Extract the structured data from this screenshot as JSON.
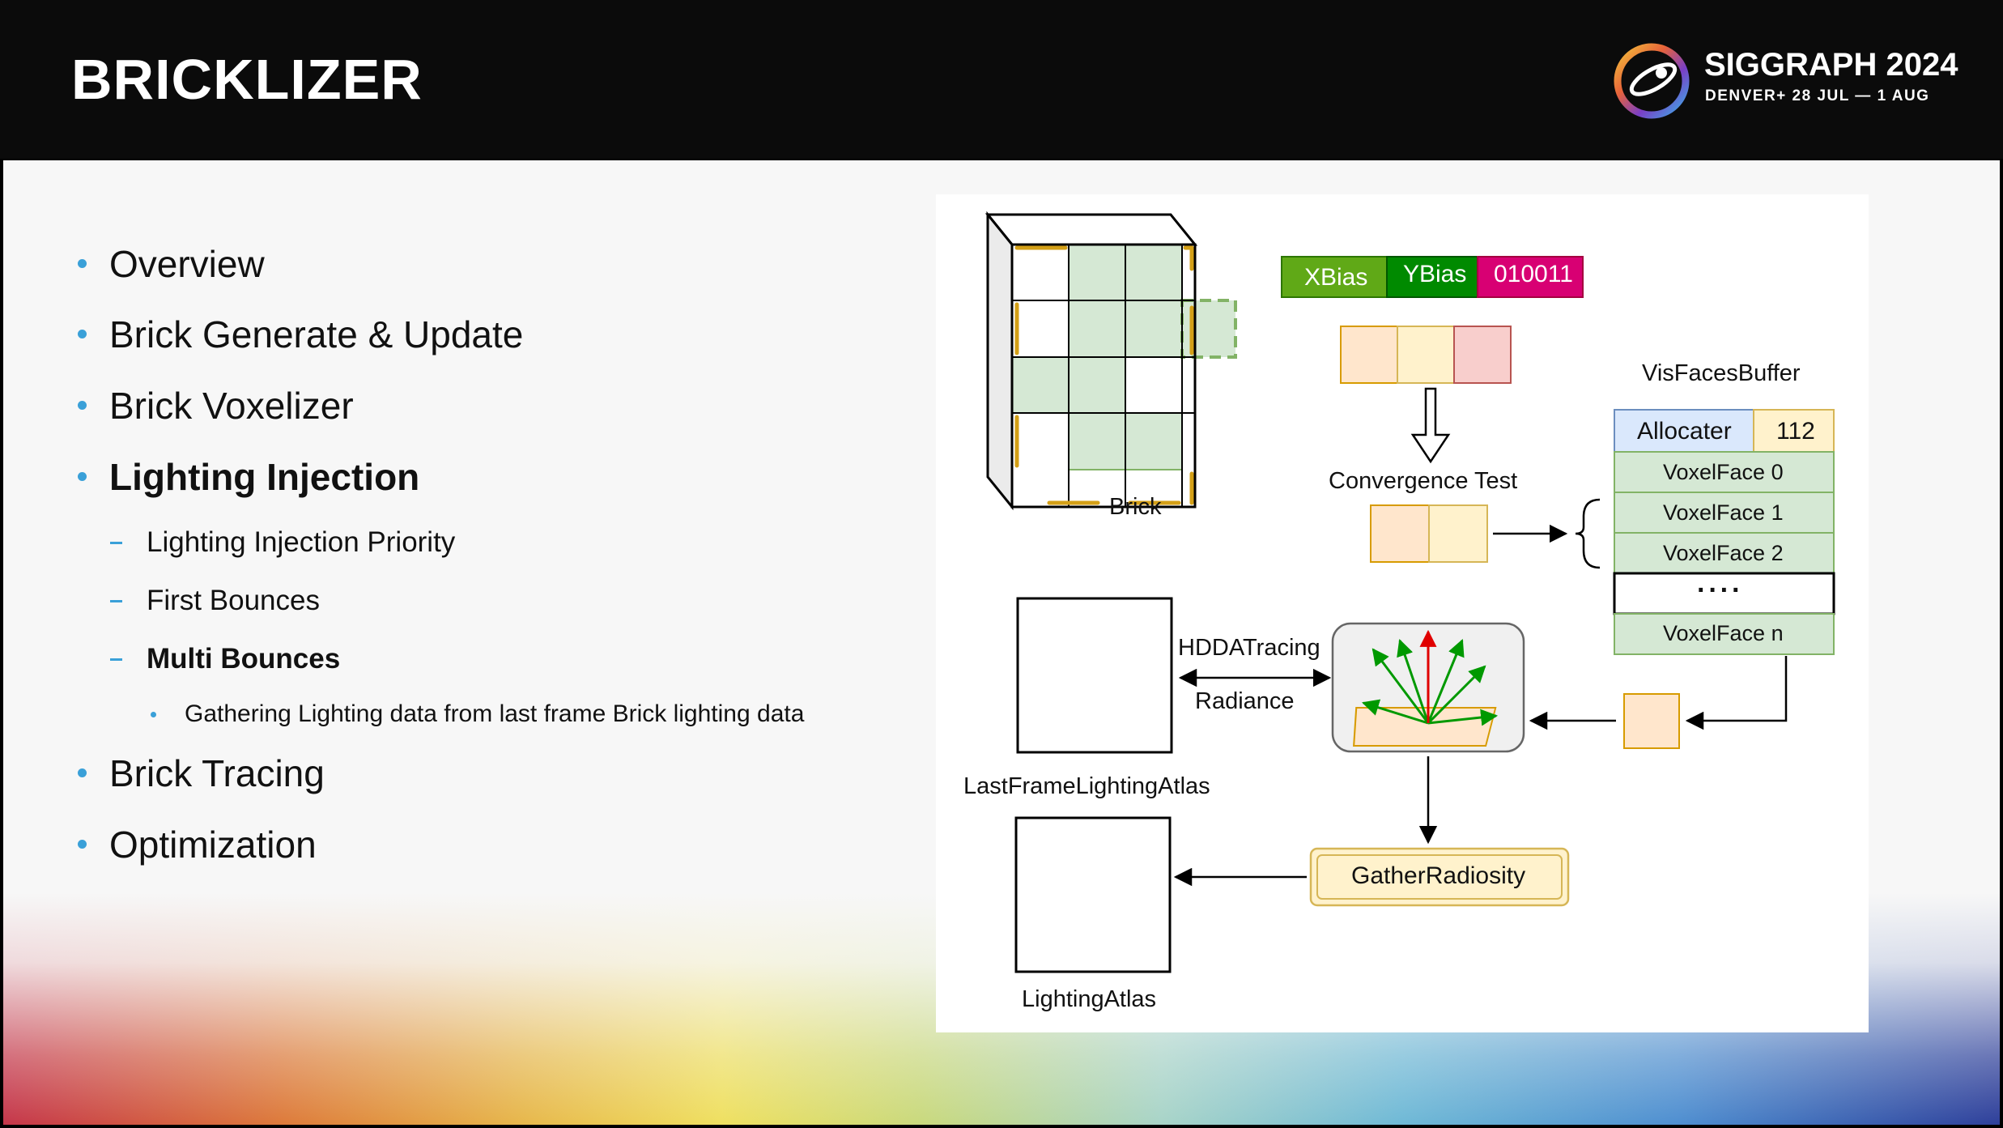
{
  "header": {
    "title": "BRICKLIZER",
    "logo_name": "SIGGRAPH 2024",
    "logo_sub": "DENVER+ 28 JUL — 1 AUG"
  },
  "bullets": {
    "overview": "Overview",
    "brick_generate": "Brick Generate & Update",
    "brick_voxelizer": "Brick Voxelizer",
    "lighting_injection": "Lighting Injection",
    "lighting_injection_priority": "Lighting Injection Priority",
    "first_bounces": "First Bounces",
    "multi_bounces": "Multi Bounces",
    "gathering_note": "Gathering Lighting data from last frame Brick lighting data",
    "brick_tracing": "Brick Tracing",
    "optimization": "Optimization"
  },
  "diagram": {
    "brick_label": "Brick",
    "xbias": "XBias",
    "ybias": "YBias",
    "bits": "010011",
    "convergence_test": "Convergence Test",
    "vis_faces_buffer": "VisFacesBuffer",
    "allocater": "Allocater",
    "allocater_value": "112",
    "voxel_face_0": "VoxelFace 0",
    "voxel_face_1": "VoxelFace 1",
    "voxel_face_2": "VoxelFace 2",
    "ellipsis": "····",
    "voxel_face_n": "VoxelFace n",
    "hdda_tracing": "HDDATracing",
    "radiance": "Radiance",
    "last_frame_atlas": "LastFrameLightingAtlas",
    "gather_radiosity": "GatherRadiosity",
    "lighting_atlas": "LightingAtlas"
  },
  "colors": {
    "accent": "#3aa0d8",
    "brick_green": "#d5e8d4",
    "xbias": "#60a917",
    "ybias": "#008a00",
    "bits": "#d80073",
    "peach": "#ffe6cc",
    "cream": "#fff2cc",
    "pink": "#f8cecc",
    "blue": "#dae8fc"
  }
}
